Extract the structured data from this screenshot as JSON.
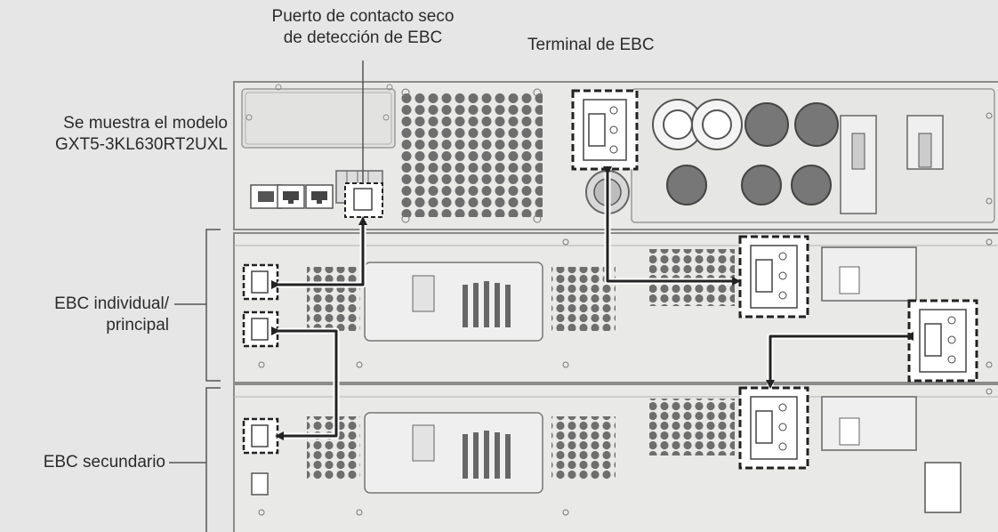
{
  "labels": {
    "dry_contact_port": [
      "Puerto de contacto seco",
      "de detección de EBC"
    ],
    "ebc_terminal": "Terminal de EBC",
    "model_shown": [
      "Se muestra el modelo",
      "GXT5-3KL630RT2UXL"
    ],
    "ebc_individual_main": [
      "EBC individual/",
      "principal"
    ],
    "ebc_secondary": "EBC secundario"
  },
  "colors": {
    "background": "#e6e6e6",
    "chassis": "#e9e9e7",
    "outline": "#8c8c8c",
    "dark": "#222222",
    "connector_fill": "#ffffff"
  }
}
